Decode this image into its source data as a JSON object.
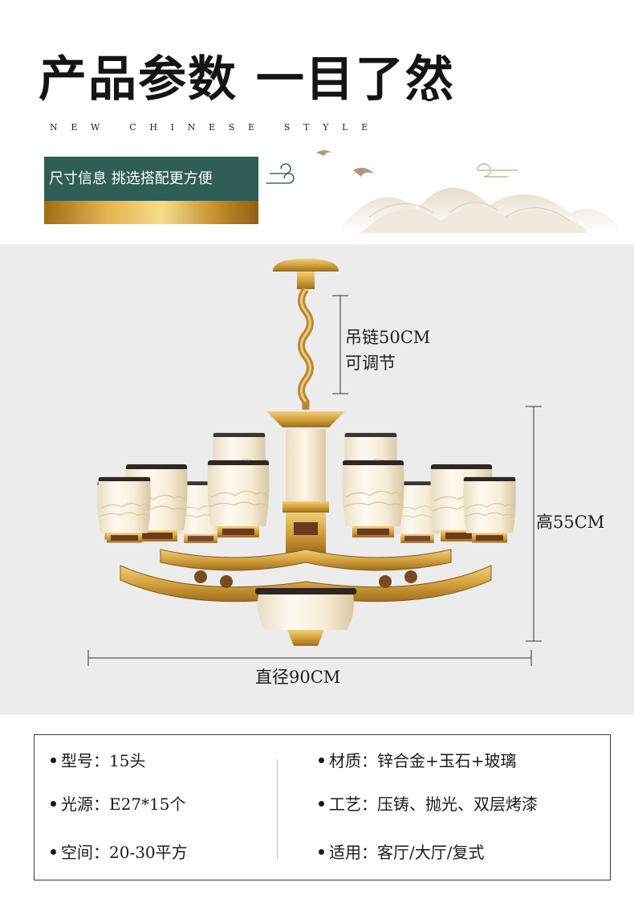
{
  "header": {
    "title": "产品参数 一目了然",
    "subtitle": "NEW CHINESE STYLE",
    "banner_text": "尺寸信息 挑选搭配更方便"
  },
  "dimensions": {
    "chain_length": "吊链50CM",
    "chain_note": "可调节",
    "height": "高55CM",
    "diameter": "直径90CM"
  },
  "specs": {
    "left": [
      {
        "label": "型号：",
        "value": "15头"
      },
      {
        "label": "光源：",
        "value": "E27*15个"
      },
      {
        "label": "空间：",
        "value": "20-30平方"
      }
    ],
    "right": [
      {
        "label": "材质：",
        "value": "锌合金+玉石+玻璃"
      },
      {
        "label": "工艺：",
        "value": "压铸、抛光、双层烤漆"
      },
      {
        "label": "适用：",
        "value": "客厅/大厅/复式"
      }
    ]
  },
  "colors": {
    "banner_green": "#2f5e56",
    "gold": "#d4a23c",
    "background_grey": "#ececec"
  }
}
